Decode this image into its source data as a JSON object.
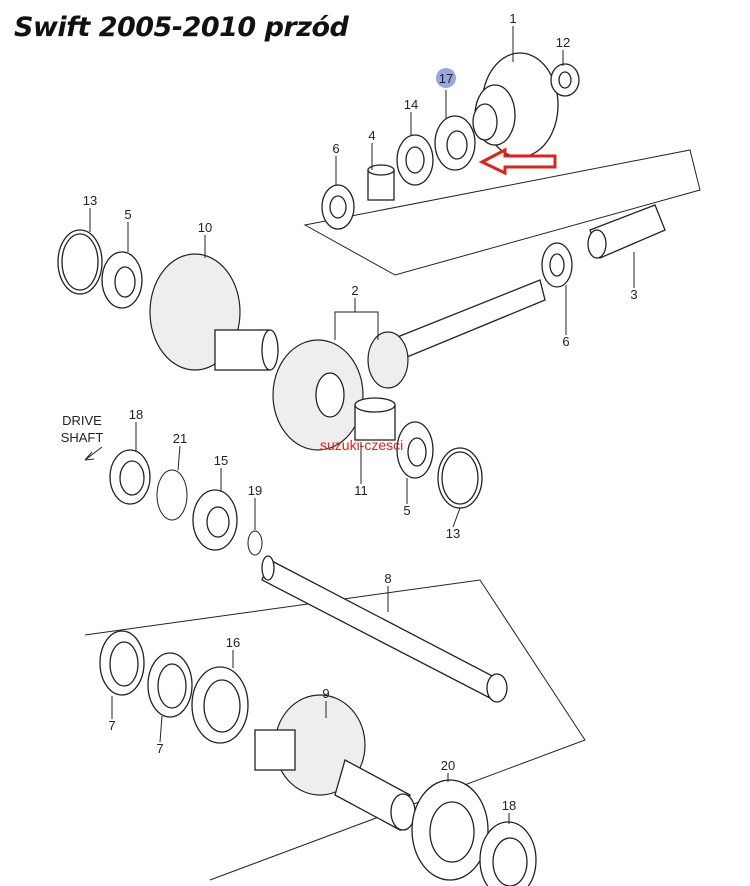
{
  "title": "Swift  2005-2010 przód",
  "watermark": "suzuki-czesci",
  "drive_shaft_label": [
    "DRIVE",
    "SHAFT"
  ],
  "callouts": [
    "1",
    "12",
    "17",
    "14",
    "4",
    "6",
    "13",
    "5",
    "10",
    "2",
    "3",
    "6",
    "18",
    "21",
    "15",
    "19",
    "11",
    "5",
    "13",
    "8",
    "16",
    "9",
    "7",
    "7",
    "20",
    "18"
  ],
  "highlighted_part": "17",
  "colors": {
    "highlight": "#9aa6dc",
    "arrow": "#e0201a",
    "watermark": "#e0201a"
  }
}
